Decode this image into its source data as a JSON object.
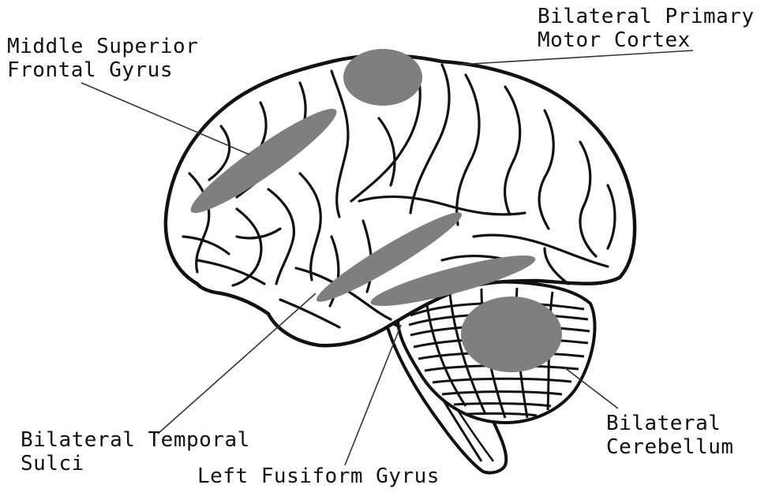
{
  "labels": {
    "motor": {
      "line1": "Bilateral Primary",
      "line2": "Motor Cortex"
    },
    "frontal": {
      "line1": "Middle Superior",
      "line2": "Frontal Gyrus"
    },
    "temporal": {
      "line1": "Bilateral Temporal",
      "line2": "Sulci"
    },
    "fusiform": {
      "line1": "Left Fusiform Gyrus"
    },
    "cerebellum": {
      "line1": "Bilateral",
      "line2": "Cerebellum"
    }
  },
  "colors": {
    "region_fill": "#7f7f7f",
    "outline": "#111111",
    "background": "#ffffff"
  }
}
